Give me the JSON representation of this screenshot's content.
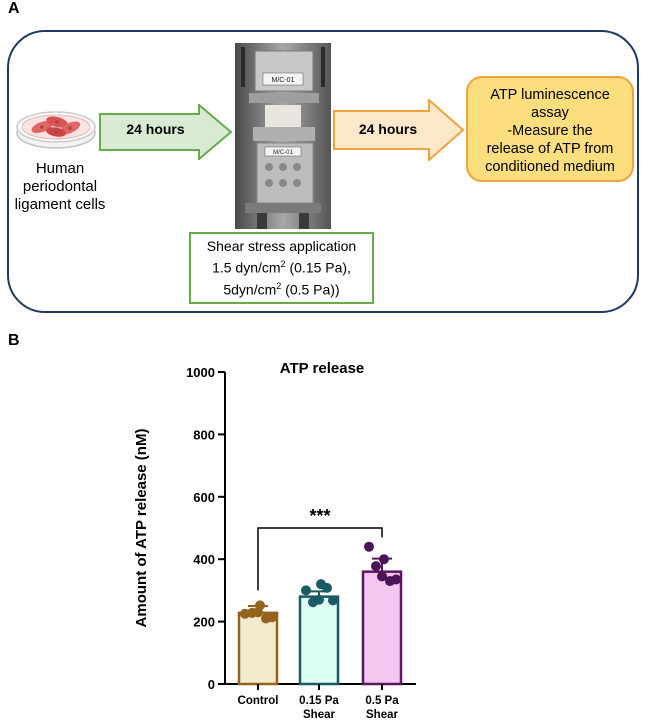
{
  "panelA": {
    "letter": "A",
    "cells_label_lines": [
      "Human",
      "periodontal",
      "ligament cells"
    ],
    "arrow1_label": "24 hours",
    "arrow2_label": "24 hours",
    "device_tag_top": "M/C-01",
    "device_tag_bottom": "M/C-01",
    "shear_box": {
      "line1": "Shear stress application",
      "line2a": "1.5 dyn/cm",
      "line2_sup": "2",
      "line2b": " (0.15 Pa),",
      "line3a": "5dyn/cm",
      "line3_sup": "2",
      "line3b": " (0.5 Pa))"
    },
    "atp_box_lines": [
      "ATP luminescence",
      "assay",
      "-Measure the",
      "release of ATP from",
      "conditioned medium"
    ],
    "colors": {
      "frame": "#1f3864",
      "arrow1_fill": "#d9ead3",
      "arrow1_stroke": "#6aa84f",
      "arrow2_fill": "#fde9c9",
      "arrow2_stroke": "#f0a23b",
      "atp_box_fill": "#fdde7f",
      "atp_box_stroke": "#f0a23b",
      "shear_box_stroke": "#6aa84f"
    }
  },
  "panelB": {
    "letter": "B",
    "chart_data": {
      "type": "bar",
      "title": "ATP release",
      "xlabel": "",
      "ylabel": "Amount of ATP release (nM)",
      "ylim": [
        0,
        1000
      ],
      "yticks": [
        0,
        200,
        400,
        600,
        800,
        1000
      ],
      "categories": [
        [
          "Control"
        ],
        [
          "0.15 Pa",
          "Shear"
        ],
        [
          "0.5 Pa",
          "Shear"
        ]
      ],
      "values": [
        228,
        280,
        360
      ],
      "errors": [
        22,
        17,
        42
      ],
      "points": [
        [
          225,
          228,
          252,
          210,
          214,
          230
        ],
        [
          300,
          262,
          320,
          308,
          268,
          270
        ],
        [
          440,
          378,
          400,
          330,
          335,
          345
        ]
      ],
      "bar_fills": [
        "#f3ebcd",
        "#ddfff3",
        "#f5c6f0"
      ],
      "bar_strokes": [
        "#94621b",
        "#1a5a63",
        "#5a1860"
      ],
      "point_colors": [
        "#94621b",
        "#1a5a63",
        "#4b1458"
      ],
      "significance": {
        "from": 0,
        "to": 2,
        "label": "***"
      },
      "grid": false
    }
  }
}
